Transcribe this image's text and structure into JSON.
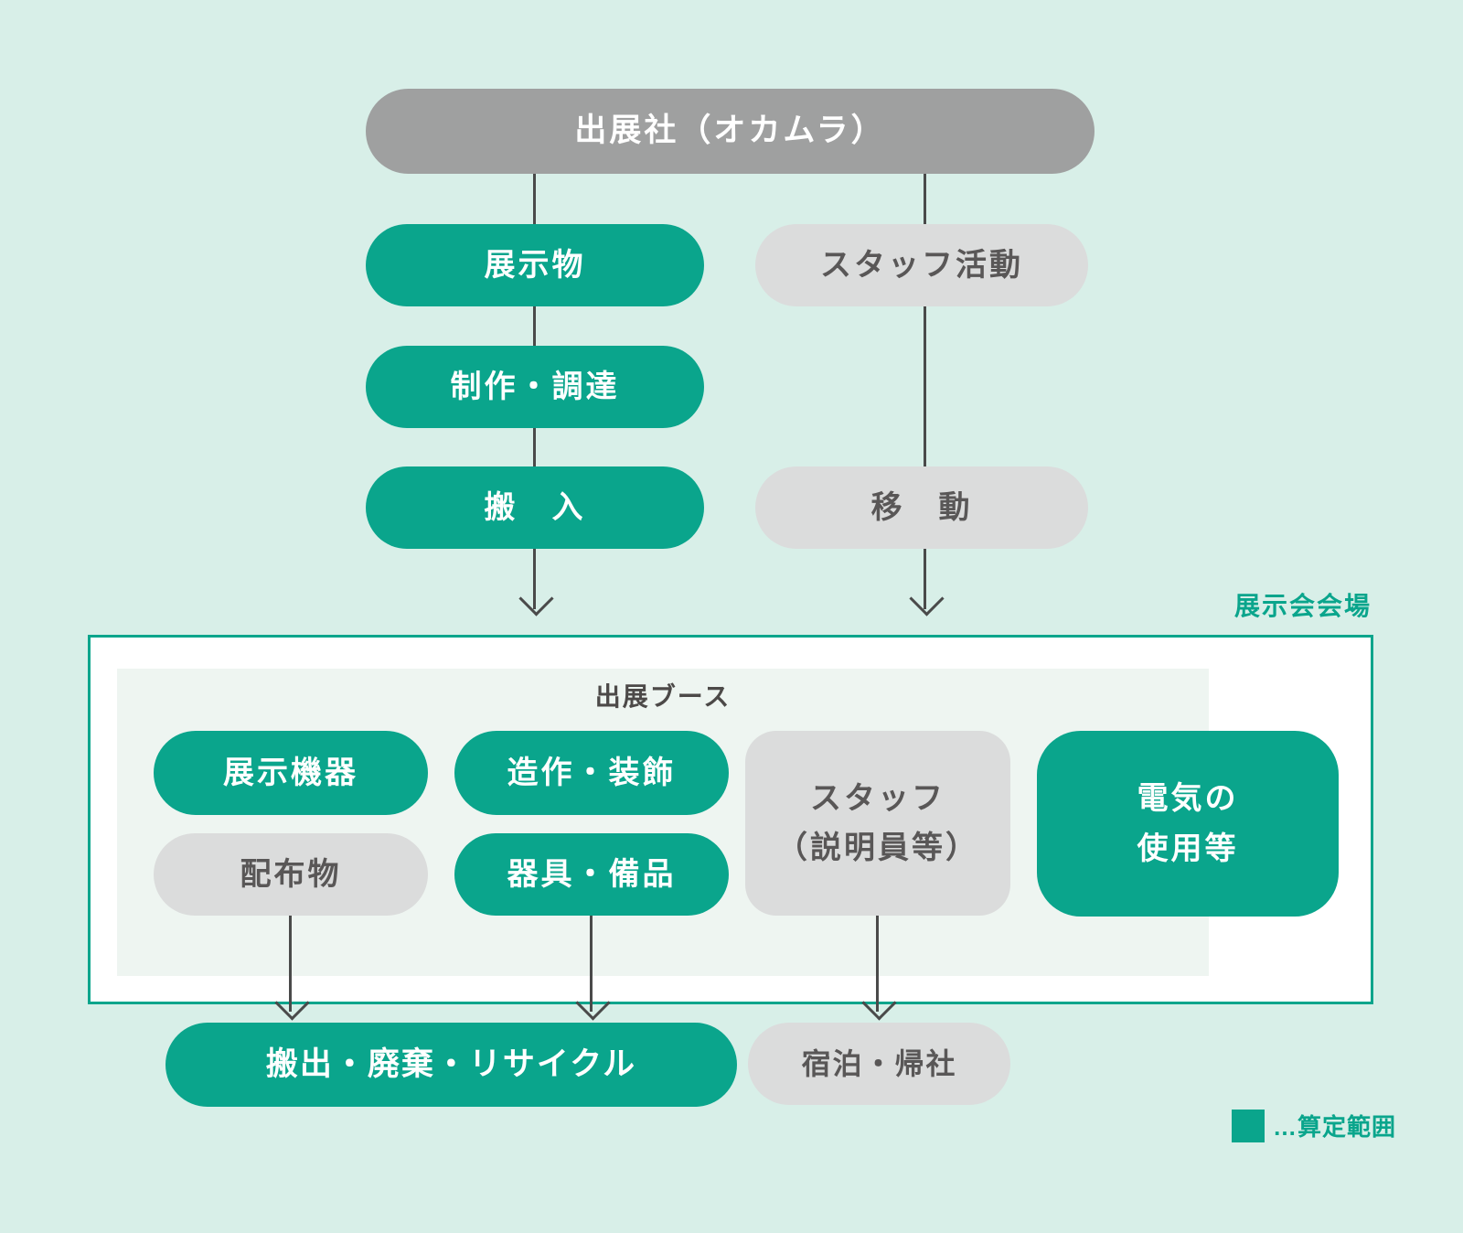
{
  "colors": {
    "accent": "#0AA58C",
    "background": "#D8EFE8",
    "box_fill": "#FFFFFF",
    "inner_box_fill": "#EEF5F1",
    "gray_node": "#9FA0A0",
    "light_node": "#DBDCDC",
    "dark_text": "#595757",
    "label_text": "#4C4948",
    "line": "#4A4A4A",
    "white_text": "#FFFFFF"
  },
  "nodes": {
    "exhibitor": "出展社（オカムラ）",
    "exhibits": "展示物",
    "production_procurement": "制作・調達",
    "carry_in": "搬　入",
    "staff_activity": "スタッフ活動",
    "movement": "移　動",
    "display_equipment": "展示機器",
    "construction_decoration": "造作・装飾",
    "handouts": "配布物",
    "tools_equipment": "器具・備品",
    "staff_explainers": "スタッフ\n（説明員等）",
    "electricity_use": "電気の\n使用等",
    "carry_out": "搬出・廃棄・リサイクル",
    "lodging_return": "宿泊・帰社"
  },
  "labels": {
    "venue": "展示会会場",
    "booth": "出展ブース",
    "legend": "…算定範囲"
  }
}
